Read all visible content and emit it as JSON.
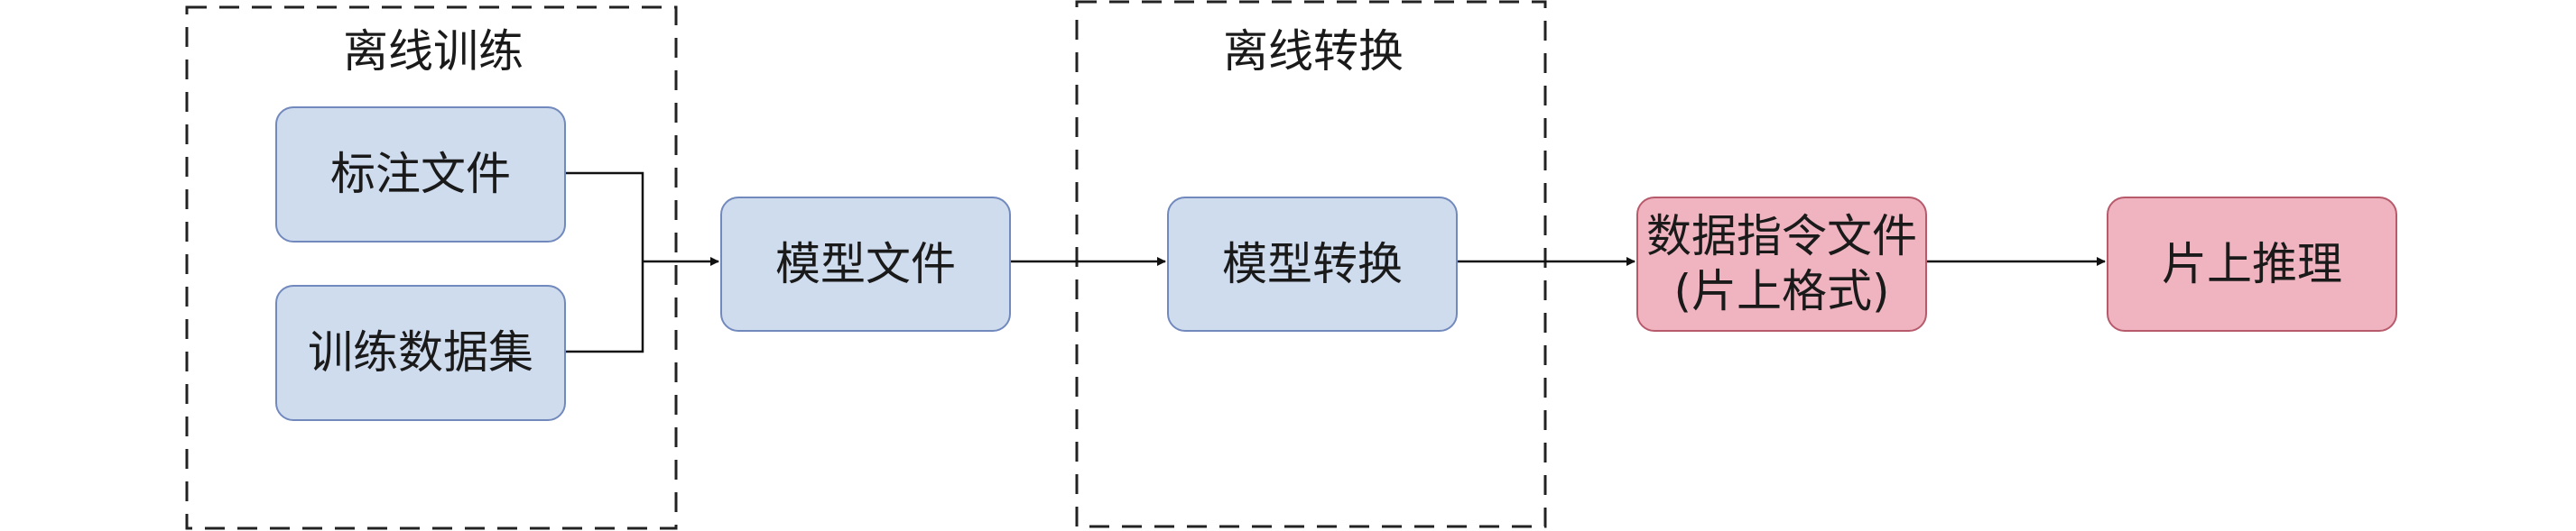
{
  "groups": {
    "offline_training": {
      "title": "离线训练"
    },
    "offline_conversion": {
      "title": "离线转换"
    }
  },
  "nodes": {
    "annotation_files": {
      "label": "标注文件"
    },
    "training_dataset": {
      "label": "训练数据集"
    },
    "model_files": {
      "label": "模型文件"
    },
    "model_conversion": {
      "label": "模型转换"
    },
    "data_instruction_files": {
      "line1": "数据指令文件",
      "line2": "(片上格式)"
    },
    "on_chip_inference": {
      "label": "片上推理"
    }
  },
  "colors": {
    "blue_fill": "#cfdcee",
    "blue_border": "#7289bd",
    "red_fill": "#efb4bf",
    "red_border": "#b65a6c",
    "line": "#111111"
  }
}
